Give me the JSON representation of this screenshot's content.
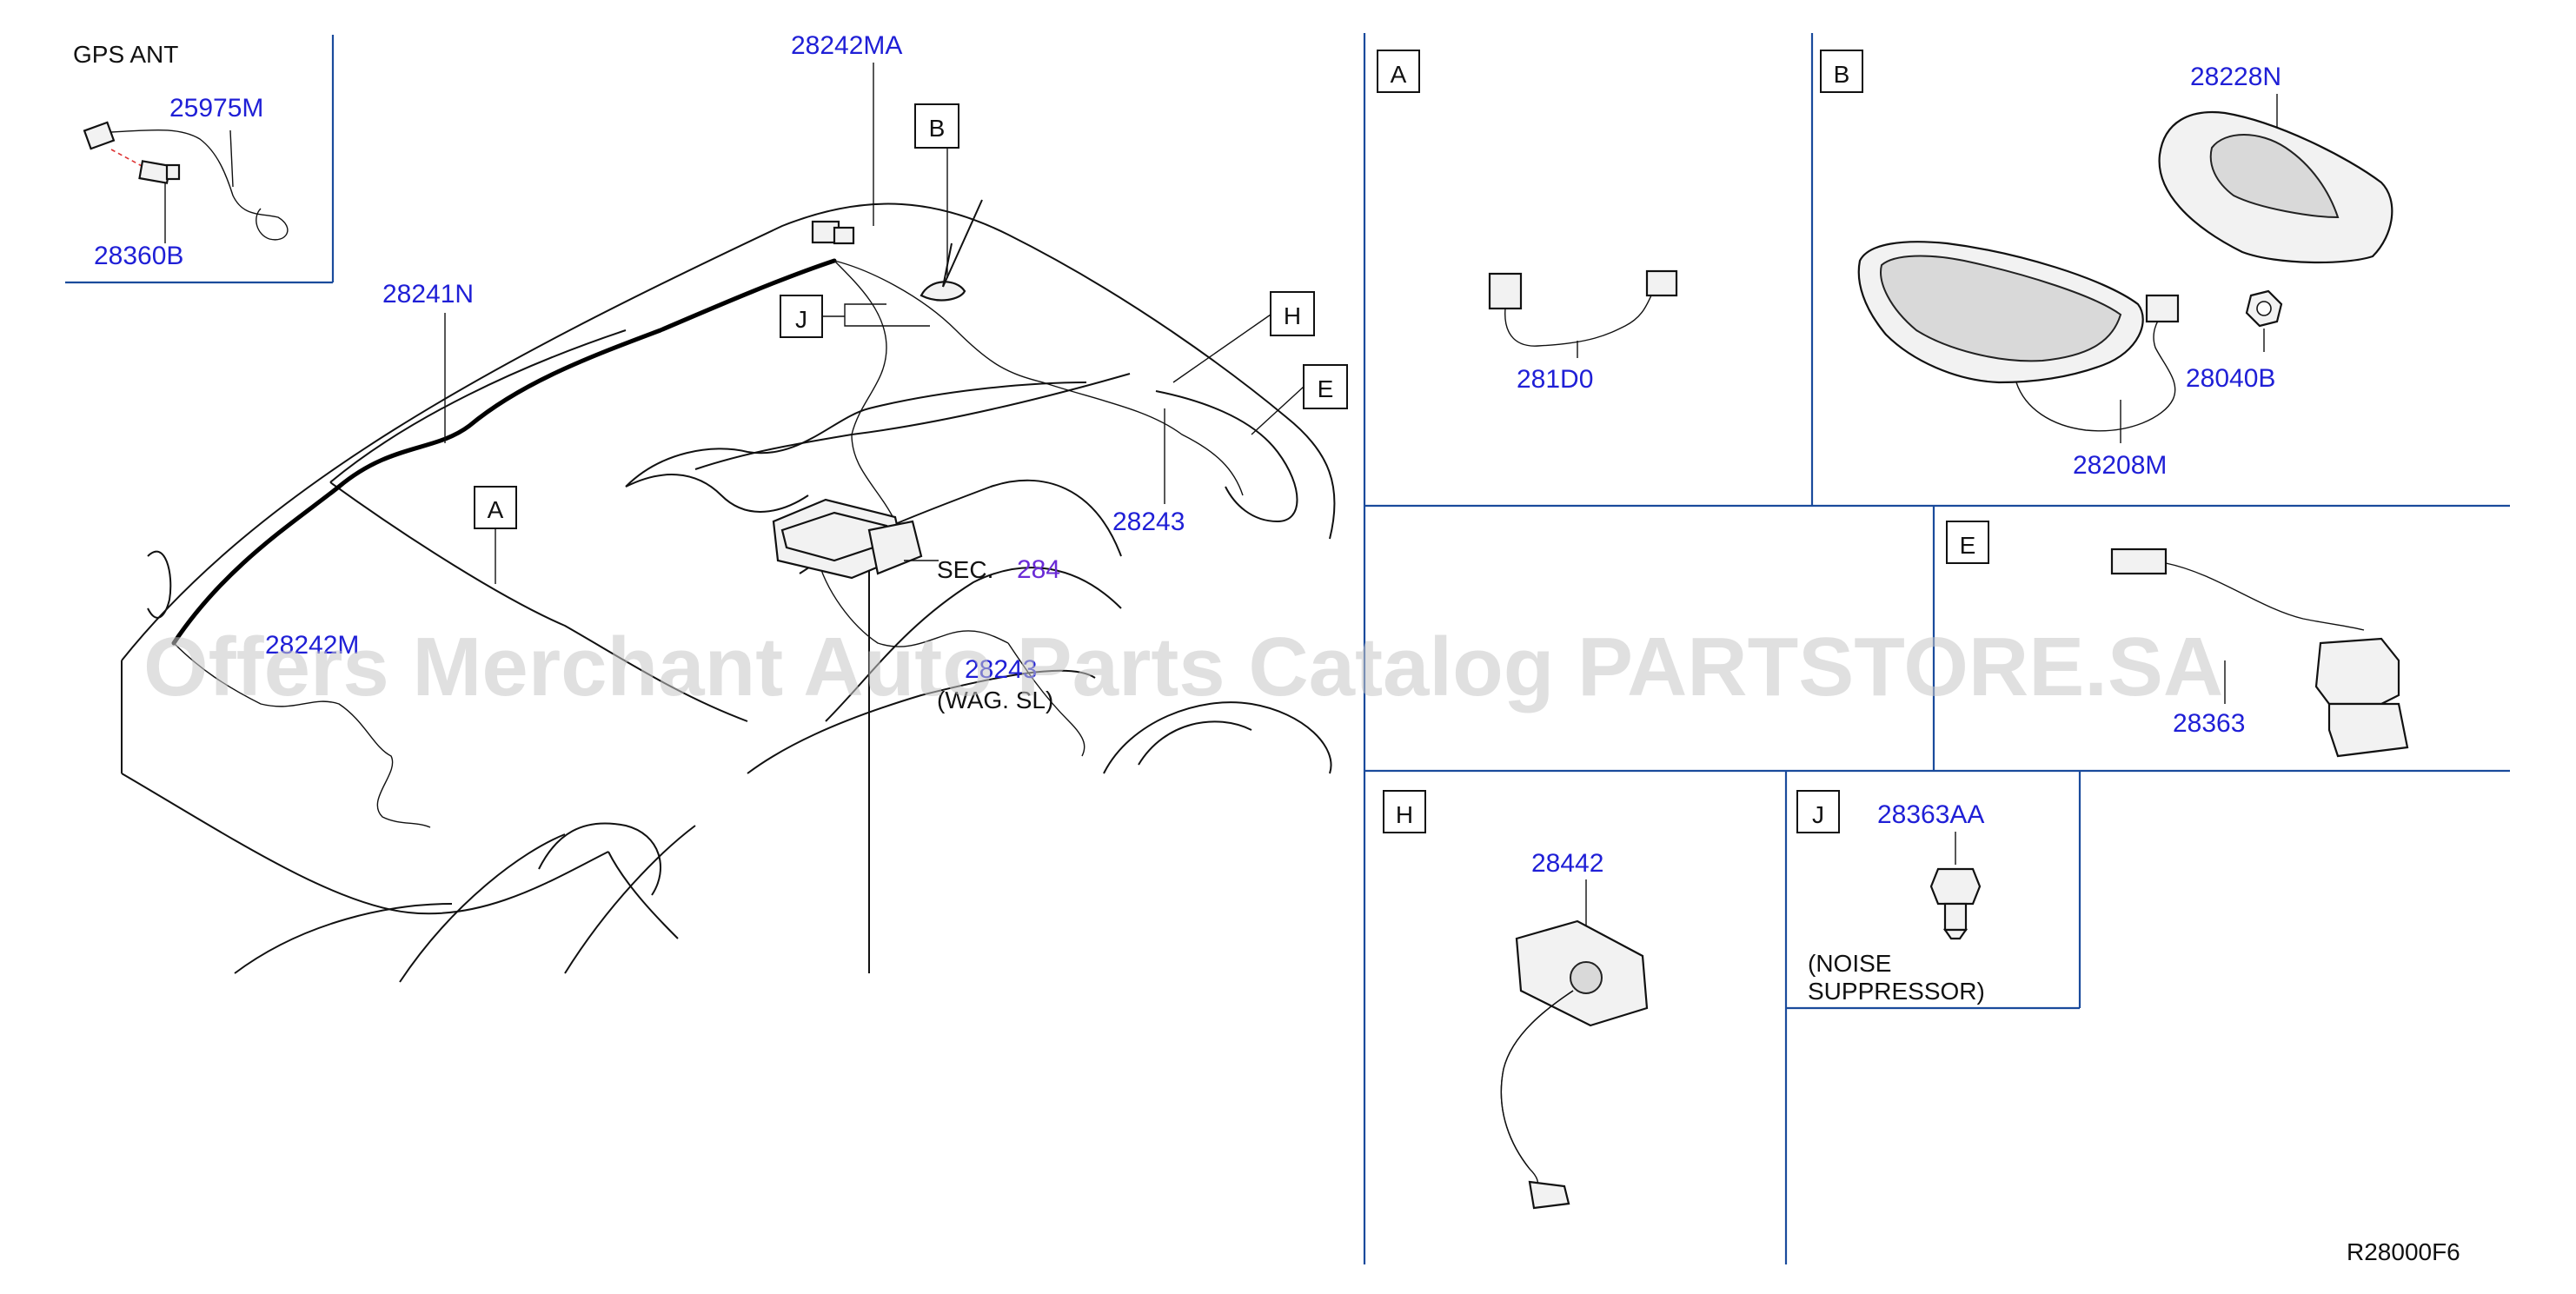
{
  "diagram": {
    "code": "R28000F6",
    "watermark": "Offers Merchant Auto Parts Catalog PARTSTORE.SA",
    "gps_title": "GPS   ANT",
    "sec_label": "SEC.",
    "sec_number": "284",
    "wag_label": "(WAG.   SL)",
    "noise_label_1": "(NOISE",
    "noise_label_2": "SUPPRESSOR)",
    "callouts": {
      "A": "A",
      "B": "B",
      "E": "E",
      "H": "H",
      "J": "J"
    },
    "parts": {
      "p28242MA": "28242MA",
      "p25975M": "25975M",
      "p28360B": "28360B",
      "p28241N": "28241N",
      "p28242M": "28242M",
      "p28243_top": "28243",
      "p28243_bottom": "28243",
      "p281D0": "281D0",
      "p28228N": "28228N",
      "p28040B": "28040B",
      "p28208M": "28208M",
      "p28363": "28363",
      "p28442": "28442",
      "p28363AA": "28363AA"
    }
  }
}
